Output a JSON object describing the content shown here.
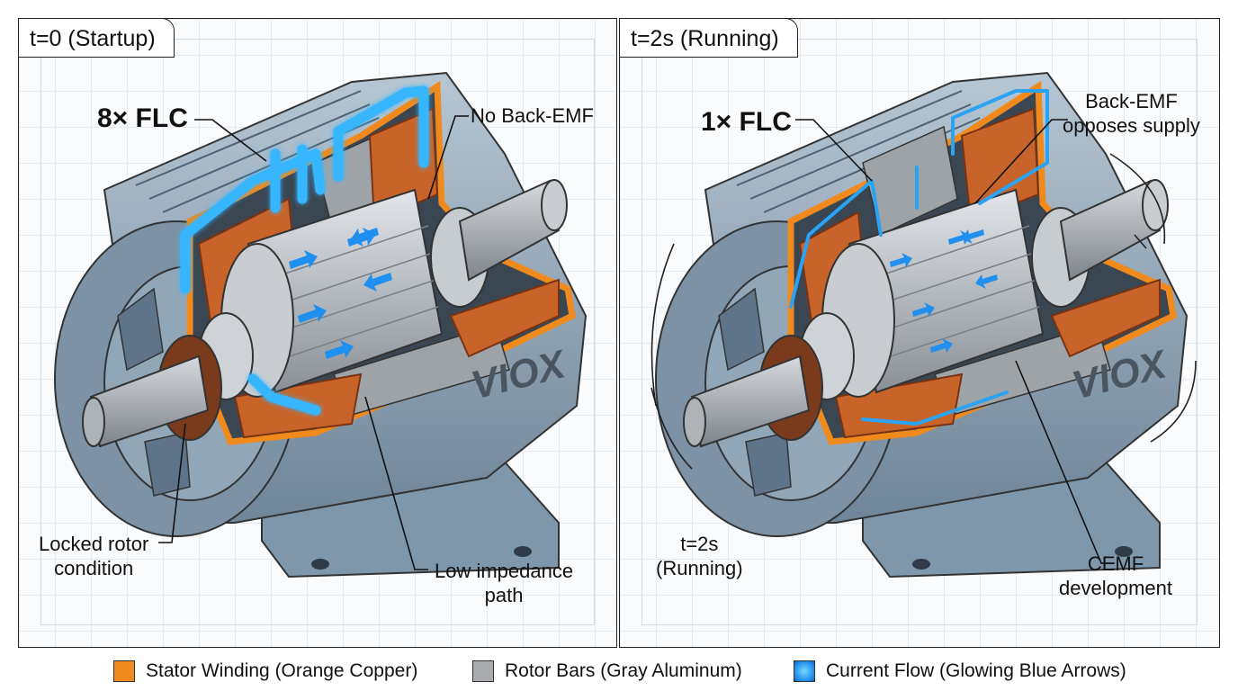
{
  "panels": {
    "left": {
      "title": "t=0 (Startup)",
      "current_label": "8× FLC",
      "back_emf_label": "No Back-EMF",
      "locked_rotor_label": "Locked rotor\ncondition",
      "impedance_label": "Low impedance\npath",
      "brand": "VIOX"
    },
    "right": {
      "title": "t=2s (Running)",
      "current_label": "1× FLC",
      "back_emf_label": "Back-EMF\nopposes supply",
      "running_label": "t=2s\n(Running)",
      "cemf_label": "CEMF\ndevelopment",
      "brand": "VIOX"
    }
  },
  "legend": [
    {
      "label": "Stator Winding (Orange Copper)",
      "color": "#f08a1c"
    },
    {
      "label": "Rotor Bars (Gray Aluminum)",
      "color": "#a9abae"
    },
    {
      "label": "Current Flow (Glowing Blue Arrows)",
      "color": "#1f8ff0"
    }
  ],
  "colors": {
    "housing": "#8fa6b8",
    "housing_dark": "#5d7387",
    "copper": "#f08a1c",
    "winding": "#c8642a",
    "rotor": "#b7bcc2",
    "current": "#1f8ff0",
    "current_glow": "#6fd1ff"
  }
}
